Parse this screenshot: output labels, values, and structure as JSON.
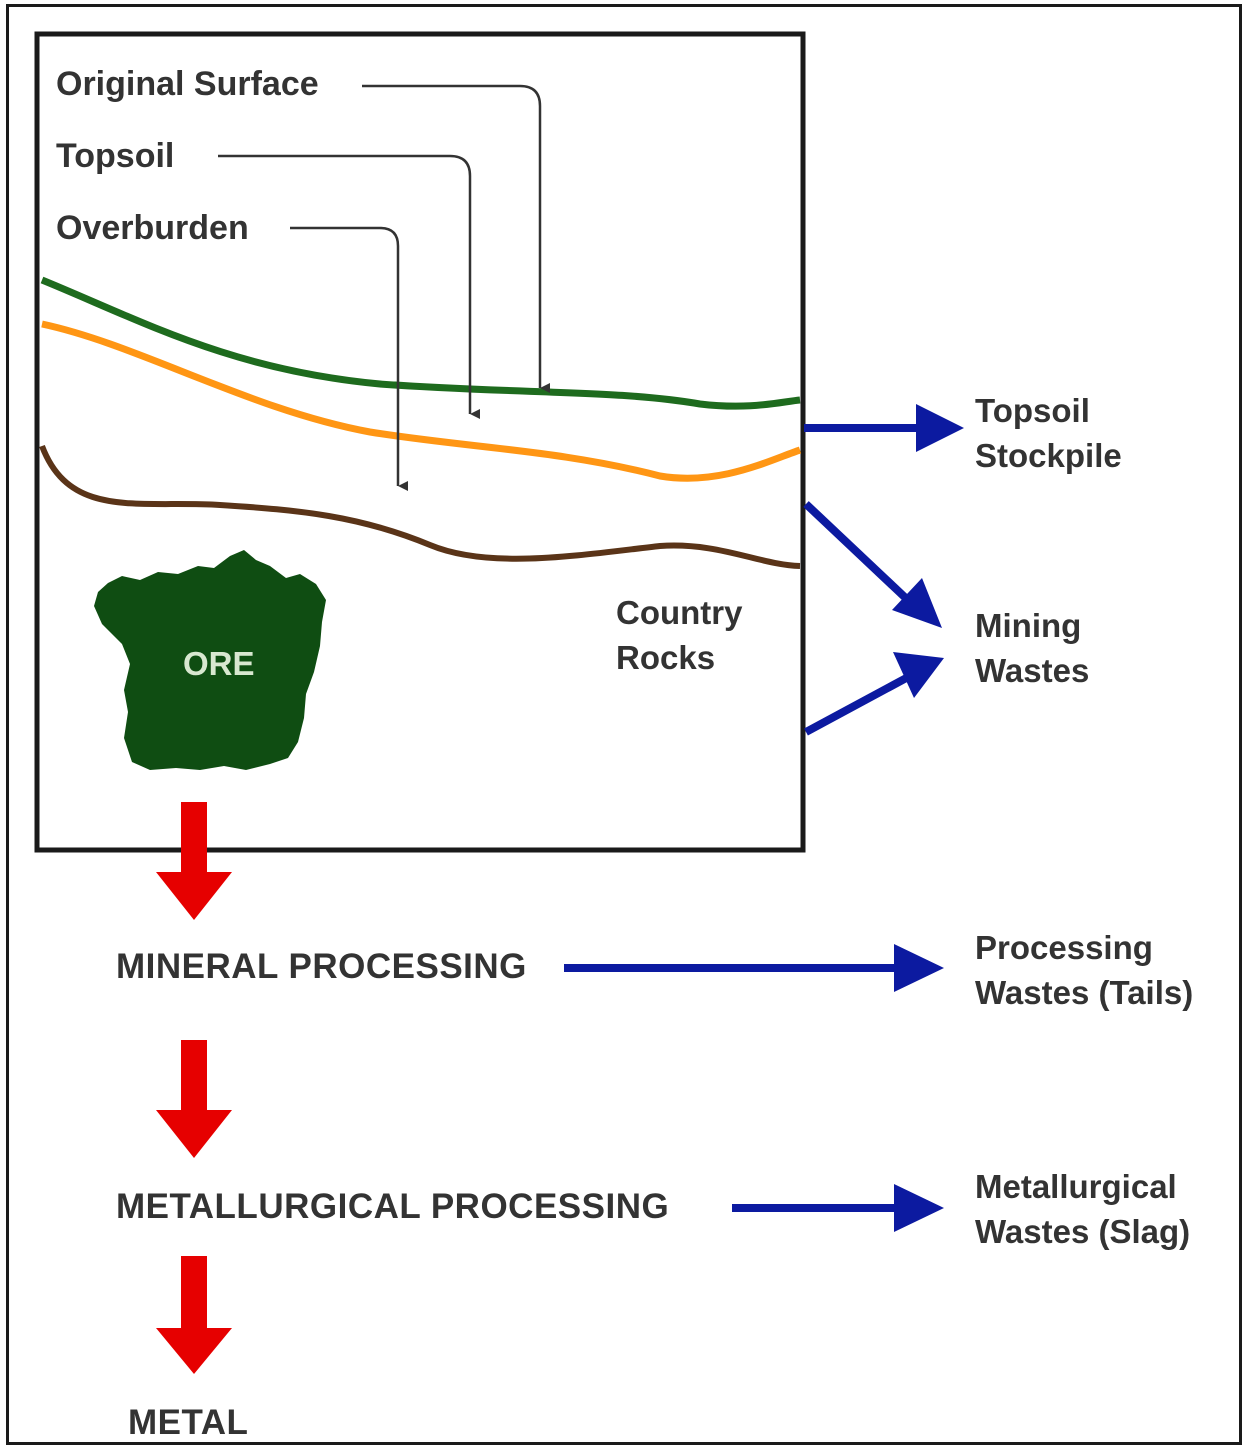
{
  "layers": {
    "original_surface": "Original Surface",
    "topsoil": "Topsoil",
    "overburden": "Overburden"
  },
  "ore_label": "ORE",
  "country_rocks": "Country\nRocks",
  "outputs": {
    "topsoil_stockpile": "Topsoil\nStockpile",
    "mining_wastes": "Mining\nWastes",
    "processing_wastes": "Processing\nWastes (Tails)",
    "metallurgical_wastes": "Metallurgical\nWastes (Slag)"
  },
  "process_steps": {
    "mineral_processing": "MINERAL PROCESSING",
    "metallurgical_processing": "METALLURGICAL PROCESSING",
    "metal": "METAL"
  },
  "colors": {
    "surface_line": "#1e6b1e",
    "topsoil_line": "#ff9614",
    "overburden_line": "#5a3418",
    "ore_fill": "#0f4d12",
    "blue_arrow": "#0c1aa0",
    "red_arrow": "#e60000",
    "pointer_line": "#333333"
  }
}
